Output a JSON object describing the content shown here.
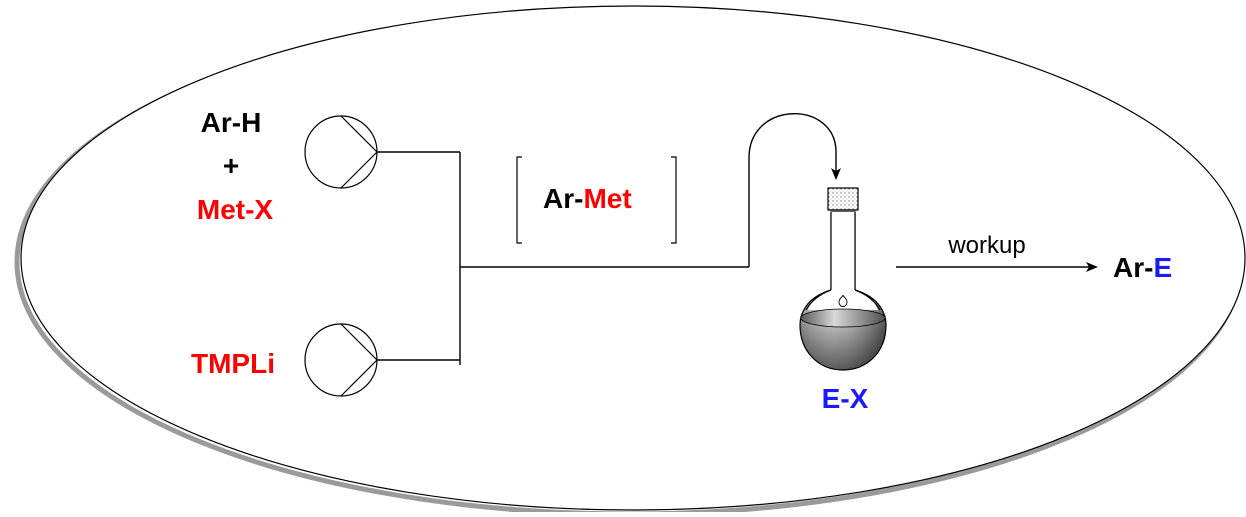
{
  "colors": {
    "black": "#000000",
    "red": "#ff0000",
    "blue": "#1a1aff",
    "shadow": "#9a9a9a"
  },
  "reagents": {
    "arh": "Ar-H",
    "plus": "+",
    "metx": "Met-X",
    "tmpli": "TMPLi"
  },
  "intermediate": {
    "prefix": "Ar-",
    "suffix": "Met"
  },
  "flask_label": "E-X",
  "arrow_label": "workup",
  "product": {
    "prefix": "Ar-",
    "suffix": "E"
  }
}
